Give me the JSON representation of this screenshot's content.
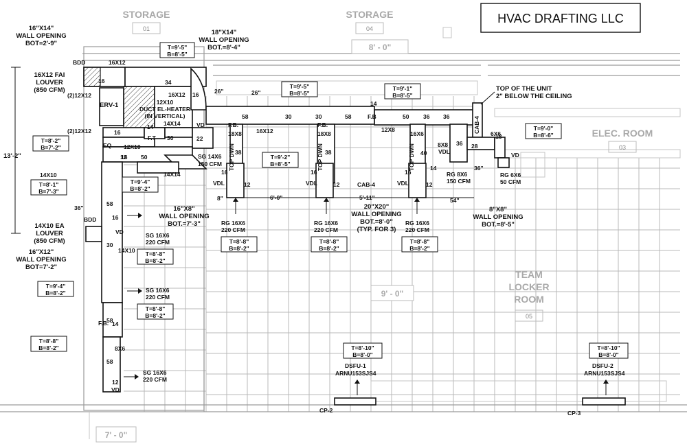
{
  "company": "HVAC DRAFTING LLC",
  "rooms": [
    {
      "name": "STORAGE",
      "number": "01"
    },
    {
      "name": "STORAGE",
      "number": "04"
    },
    {
      "name": "ELEC. ROOM",
      "number": "03"
    },
    {
      "name_line1": "TEAM",
      "name_line2": "LOCKER",
      "name_line3": "ROOM",
      "number": "05"
    }
  ],
  "ceiling_heights": [
    "8' - 0\"",
    "9' - 0\"",
    "7' - 0\""
  ],
  "equipment": {
    "erv": "ERV-1",
    "duct_heater": [
      "12X10",
      "DUCT EL-HEATER",
      "(IN VERTICAL)"
    ],
    "cab4": "CAB-4",
    "cab4_plan": "CAB-4",
    "dsfu1": [
      "DSFU-1",
      "ARNU153SJS4"
    ],
    "dsfu2": [
      "DSFU-2",
      "ARNU153SJS4"
    ],
    "cp2": "CP-2",
    "cp3": "CP-3",
    "top_of_unit": [
      "TOP OF THE UNIT",
      "2\" BELOW THE CEILING"
    ]
  },
  "louvers": {
    "fai": [
      "16X12 FAI",
      "LOUVER",
      "(850 CFM)"
    ],
    "ea": [
      "14X10 EA",
      "LOUVER",
      "(850 CFM)"
    ]
  },
  "wall_openings": {
    "w1": [
      "16\"X14\"",
      "WALL OPENING",
      "BOT=2'-9\""
    ],
    "w2": [
      "18\"X14\"",
      "WALL OPENING",
      "BOT.=8'-4\""
    ],
    "w3": [
      "16\"X8\"",
      "WALL OPENING",
      "BOT.=7'-3\""
    ],
    "w4": [
      "16\"X12\"",
      "WALL OPENING",
      "BOT=7'-2\""
    ],
    "w5": [
      "20\"X20\"",
      "WALL OPENING",
      "BOT.=8'-0\"",
      "(TYP. FOR 3)"
    ],
    "w6": [
      "8\"X8\"",
      "WALL OPENING",
      "BOT.=8'-5\""
    ]
  },
  "elevation_tags": [
    [
      "T=9'-5\"",
      "B=8'-5\""
    ],
    [
      "T=9'-5\"",
      "B=8'-5\""
    ],
    [
      "T=9'-1\"",
      "B=8'-5\""
    ],
    [
      "T=9'-0\"",
      "B=8'-6\""
    ],
    [
      "T=8'-2\"",
      "B=7'-2\""
    ],
    [
      "T=9'-2\"",
      "B=8'-5\""
    ],
    [
      "T=8'-1\"",
      "B=7'-3\""
    ],
    [
      "T=9'-4\"",
      "B=8'-2\""
    ],
    [
      "T=8'-8\"",
      "B=8'-2\""
    ],
    [
      "T=8'-8\"",
      "B=8'-2\""
    ],
    [
      "T=8'-8\"",
      "B=8'-2\""
    ],
    [
      "T=9'-4\"",
      "B=8'-2\""
    ],
    [
      "T=8'-8\"",
      "B=8'-2\""
    ],
    [
      "T=8'-8\"",
      "B=8'-2\""
    ],
    [
      "T=8'-8\"",
      "B=8'-2\""
    ],
    [
      "T=8'-10\"",
      "B=8'-0\""
    ],
    [
      "T=8'-10\"",
      "B=8'-0\""
    ]
  ],
  "diffusers": [
    [
      "SG 14X6",
      "150 CFM"
    ],
    [
      "SG 16X6",
      "220 CFM"
    ],
    [
      "SG 16X6",
      "220 CFM"
    ],
    [
      "SG 16X6",
      "220 CFM"
    ],
    [
      "RG 16X6",
      "220 CFM"
    ],
    [
      "RG 16X6",
      "220 CFM"
    ],
    [
      "RG 16X6",
      "220 CFM"
    ],
    [
      "RG 8X6",
      "150 CFM"
    ],
    [
      "RG 6X6",
      "50 CFM"
    ]
  ],
  "duct_sizes": [
    "16X12",
    "16",
    "34",
    "16X12",
    "16",
    "(2)12X12",
    "(2)12X12",
    "14",
    "14X14",
    "12X10",
    "F.T",
    "30",
    "50",
    "22",
    "14X14",
    "58",
    "30",
    "36",
    "16X12",
    "58",
    "30",
    "14",
    "F.B",
    "50",
    "36",
    "12X8",
    "18X8",
    "18X8",
    "16X6",
    "38",
    "38",
    "16",
    "12",
    "16",
    "12",
    "16",
    "12",
    "40",
    "14",
    "36",
    "28",
    "18",
    "6X6",
    "8X8",
    "14X10",
    "14X10",
    "12",
    "16",
    "58",
    "58",
    "30",
    "58",
    "16",
    "14",
    "8X6",
    "12",
    "16",
    "F.B.",
    "F.B.",
    "F.B."
  ],
  "labels": {
    "bdd": "BDD",
    "bdd2": "BDD",
    "vd": "VD",
    "vdl": "VDL",
    "top_dwn": "TOP DWN",
    "eq": "EQ",
    "dim_13": "13'-2\"",
    "dim_26a": "26\"",
    "dim_26b": "26\"",
    "dim_36": "36\"",
    "dim_36b": "36\"",
    "dim_8": "8\"",
    "dim_6_0": "6'-0\"",
    "dim_5_11": "5'-11\"",
    "dim_54": "54\""
  }
}
